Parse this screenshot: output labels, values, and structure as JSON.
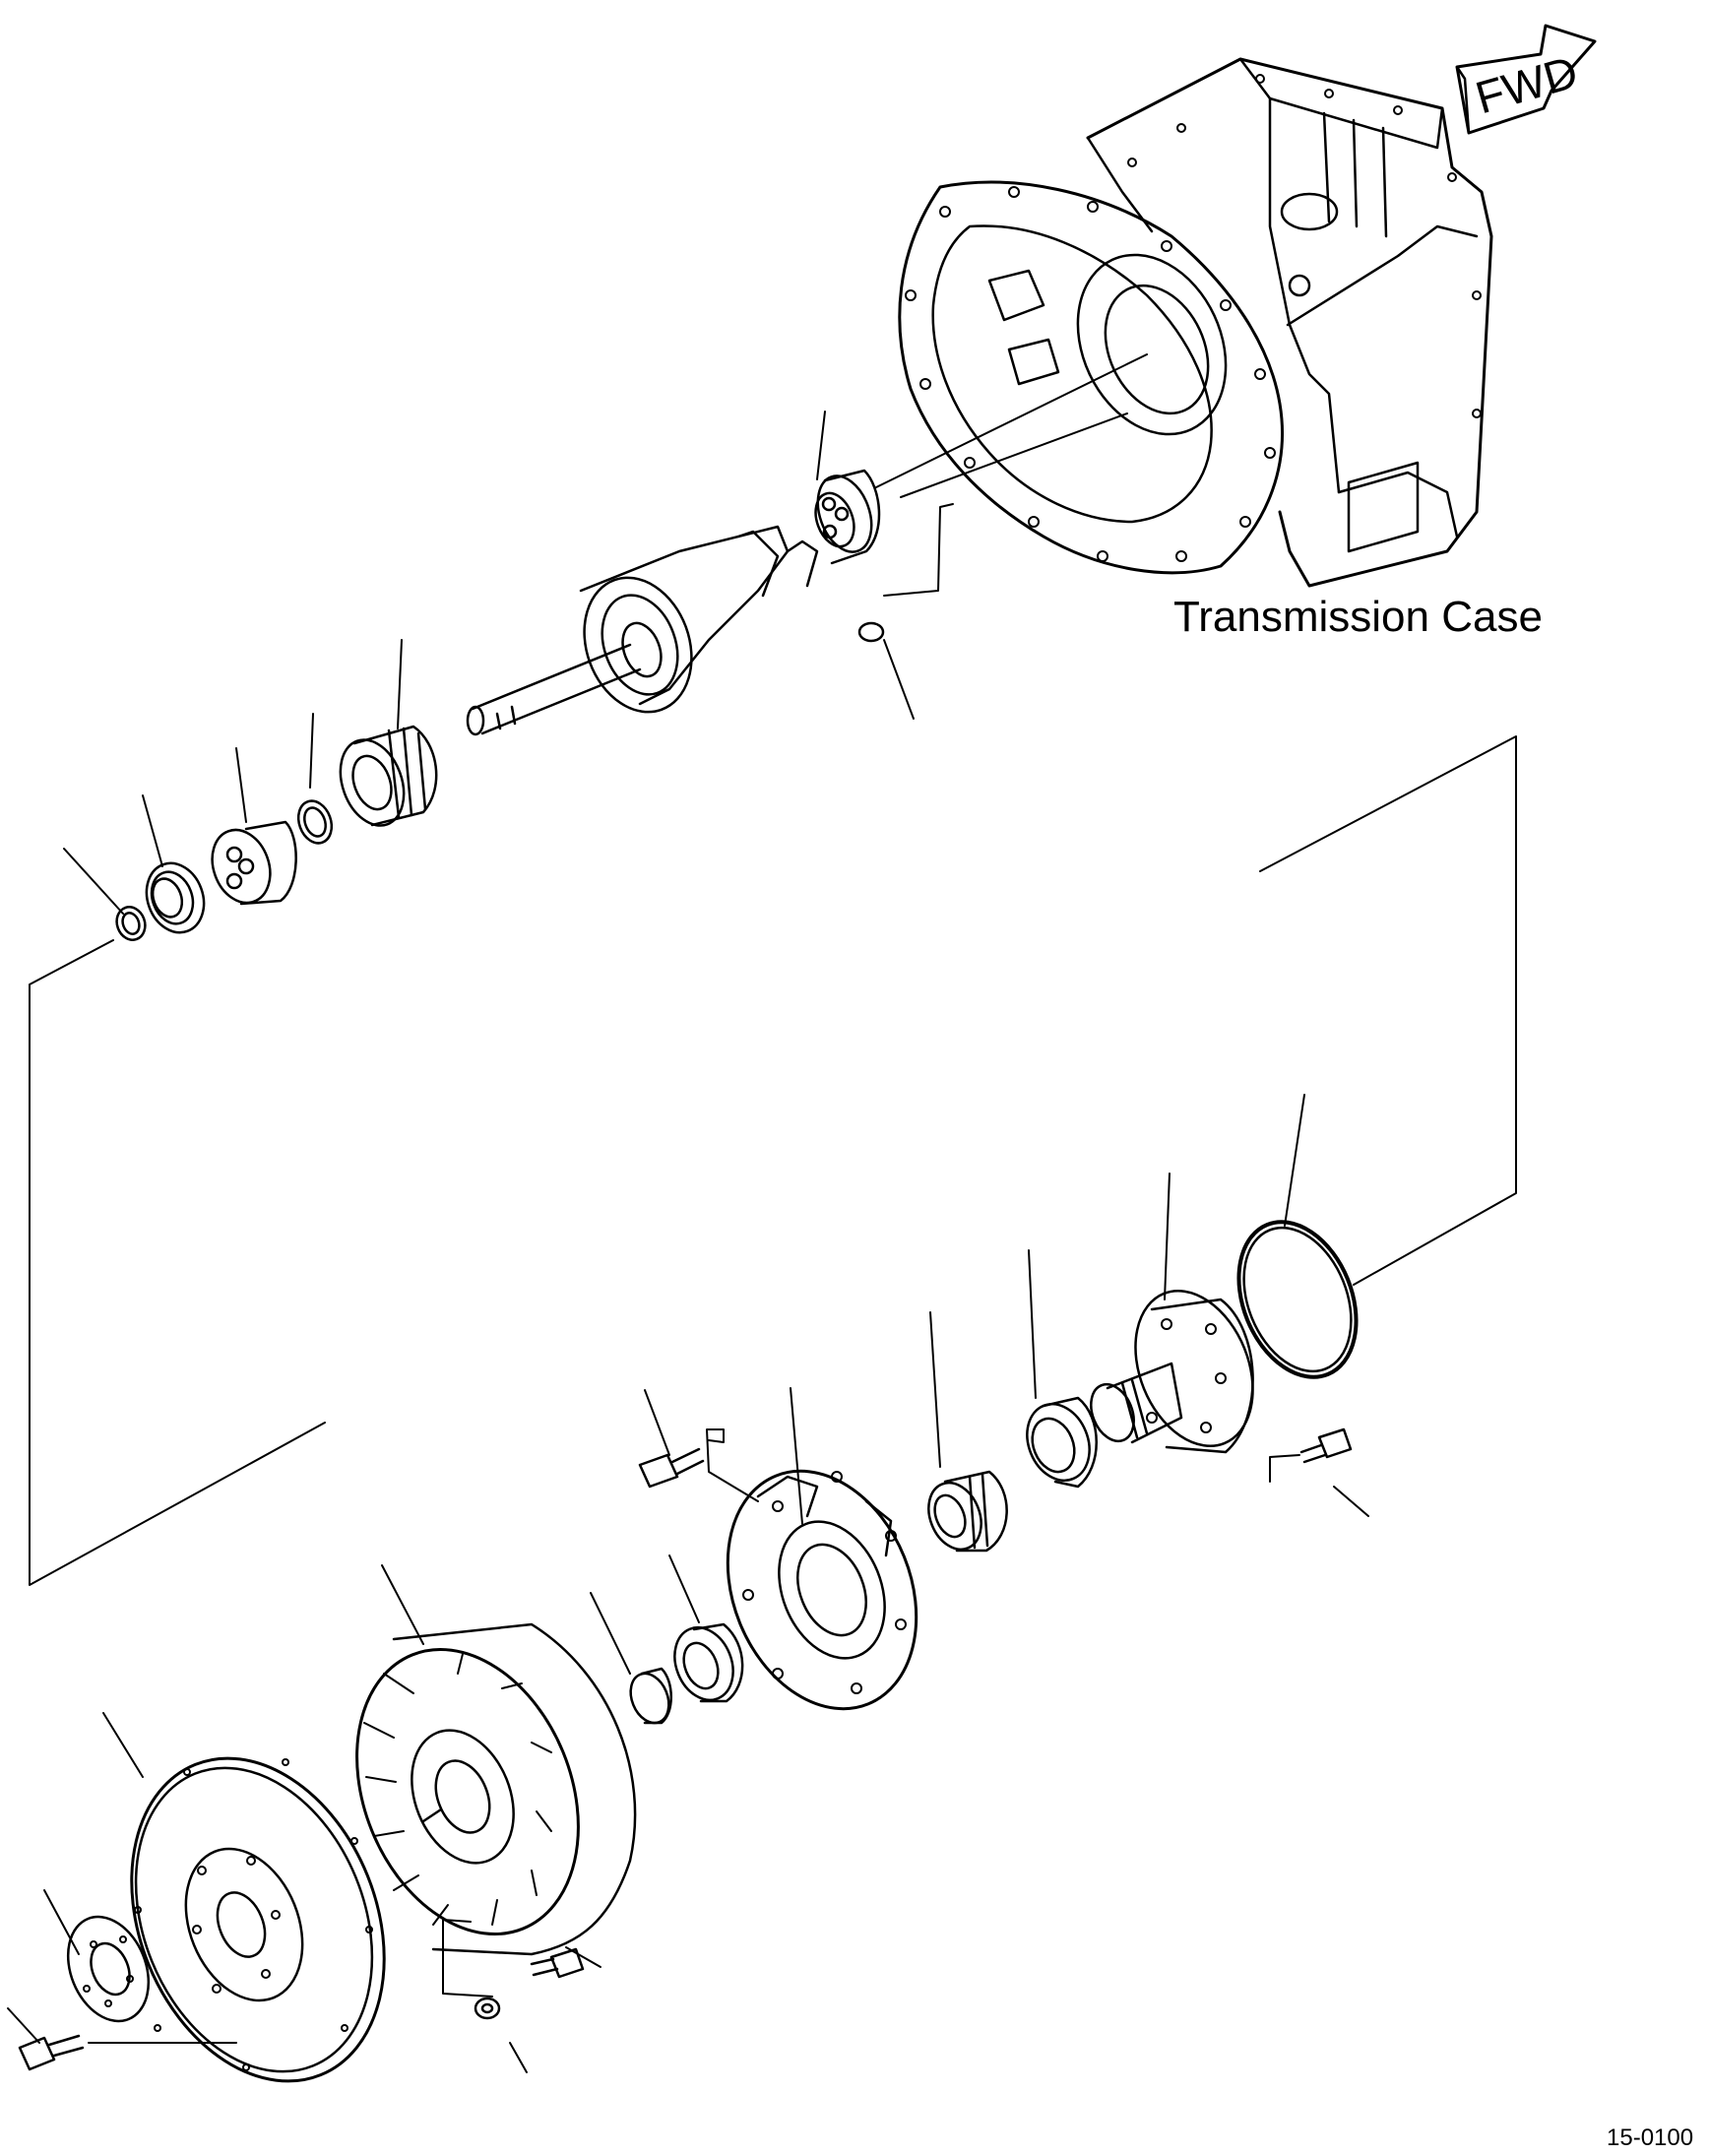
{
  "diagram": {
    "direction_label": "FWD",
    "case_label": "Transmission Case",
    "figure_code": "15-0100"
  },
  "colors": {
    "line": "#000000",
    "background": "#ffffff"
  }
}
